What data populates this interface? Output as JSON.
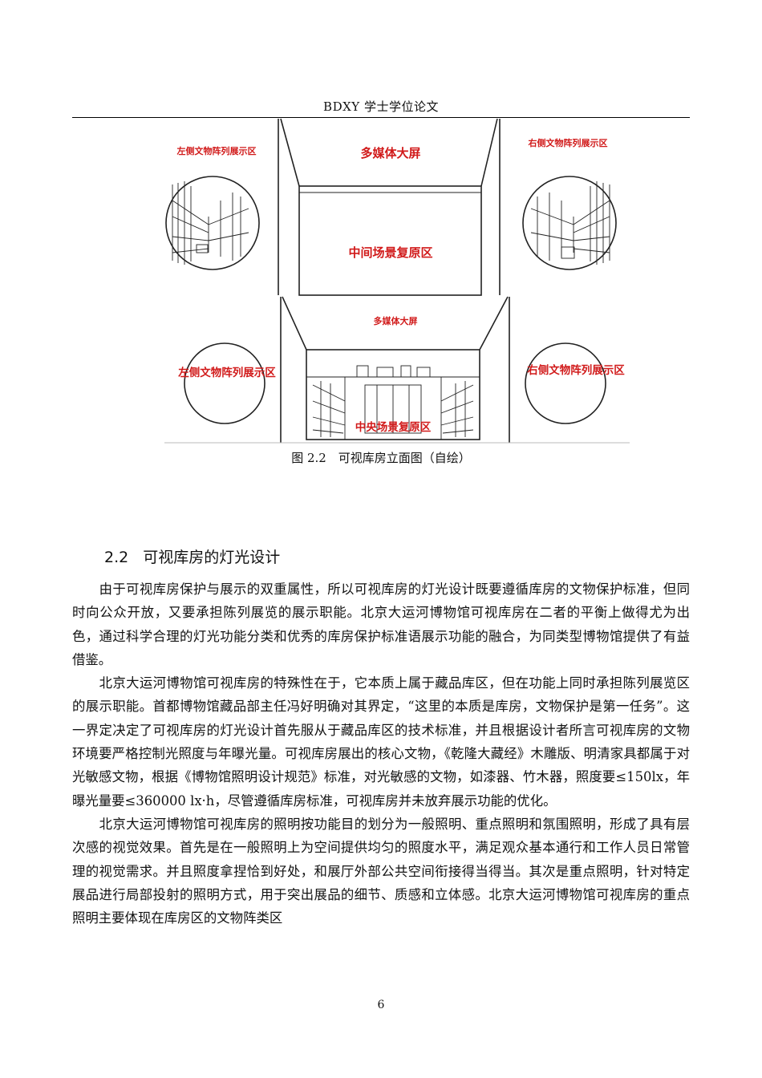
{
  "header": {
    "title": "BDXY 学士学位论文"
  },
  "figure": {
    "labels": {
      "top_left_zone": "左侧文物阵列展示区",
      "top_screen": "多媒体大屏",
      "top_center_zone": "中间场景复原区",
      "top_right_zone": "右侧文物阵列展示区",
      "bottom_screen": "多媒体大屏",
      "bottom_left_zone": "左侧文物阵列展示区",
      "bottom_center_zone": "中央场景复原区",
      "bottom_right_zone": "右侧文物阵列展示区"
    },
    "caption": "图 2.2　可视库房立面图（自绘）"
  },
  "section": {
    "number": "2.2",
    "title": "可视库房的灯光设计"
  },
  "paragraphs": [
    "由于可视库房保护与展示的双重属性，所以可视库房的灯光设计既要遵循库房的文物保护标准，但同时向公众开放，又要承担陈列展览的展示职能。北京大运河博物馆可视库房在二者的平衡上做得尤为出色，通过科学合理的灯光功能分类和优秀的库房保护标准语展示功能的融合，为同类型博物馆提供了有益借鉴。",
    "北京大运河博物馆可视库房的特殊性在于，它本质上属于藏品库区，但在功能上同时承担陈列展览区的展示职能。首都博物馆藏品部主任冯好明确对其界定，“这里的本质是库房，文物保护是第一任务”。这一界定决定了可视库房的灯光设计首先服从于藏品库区的技术标准，并且根据设计者所言可视库房的文物环境要严格控制光照度与年曝光量。可视库房展出的核心文物，《乾隆大藏经》木雕版、明清家具都属于对光敏感文物，根据《博物馆照明设计规范》标准，对光敏感的文物，如漆器、竹木器，照度要≤150lx，年曝光量要≤360000 lx·h，尽管遵循库房标准，可视库房并未放弃展示功能的优化。",
    "北京大运河博物馆可视库房的照明按功能目的划分为一般照明、重点照明和氛围照明，形成了具有层次感的视觉效果。首先是在一般照明上为空间提供均匀的照度水平，满足观众基本通行和工作人员日常管理的视觉需求。并且照度拿捏恰到好处，和展厅外部公共空间衔接得当得当。其次是重点照明，针对特定展品进行局部投射的照明方式，用于突出展品的细节、质感和立体感。北京大运河博物馆可视库房的重点照明主要体现在库房区的文物阵类区"
  ],
  "page_number": "6"
}
